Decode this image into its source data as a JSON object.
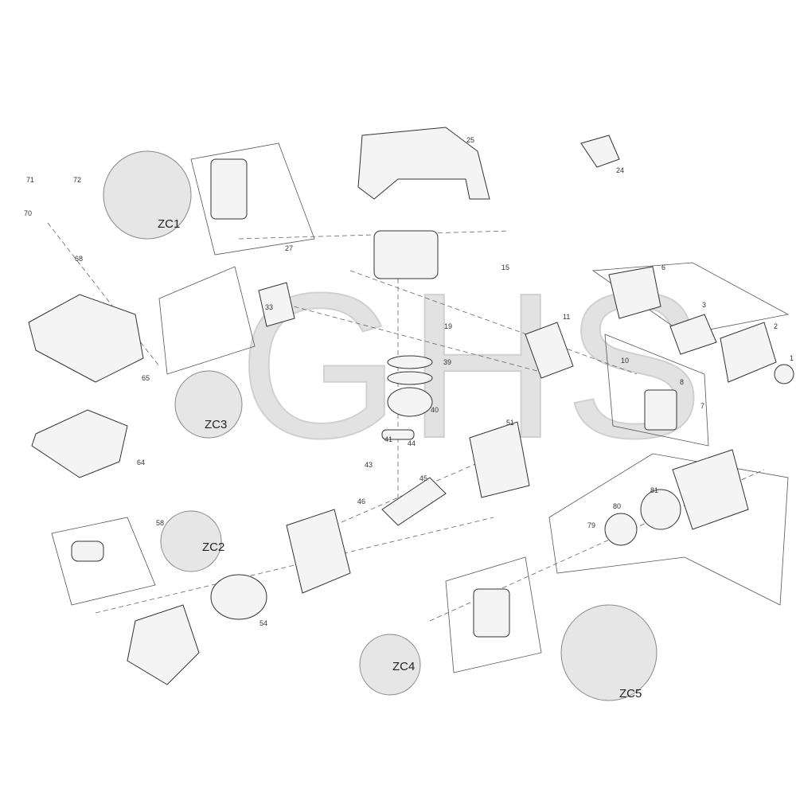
{
  "watermark": "GHS",
  "part_labels": [
    "71",
    "72",
    "70",
    "68",
    "27",
    "25",
    "24",
    "33",
    "15",
    "19",
    "6",
    "3",
    "2",
    "1",
    "11",
    "10",
    "8",
    "7",
    "65",
    "39",
    "40",
    "41",
    "44",
    "43",
    "45",
    "46",
    "51",
    "64",
    "58",
    "54",
    "79",
    "80",
    "81"
  ],
  "callouts": [
    "ZC1",
    "ZC2",
    "ZC3",
    "ZC4",
    "ZC5"
  ],
  "colors": {
    "line": "#333333",
    "inset": "#e6e6e6",
    "part_fill": "#f4f4f4"
  }
}
